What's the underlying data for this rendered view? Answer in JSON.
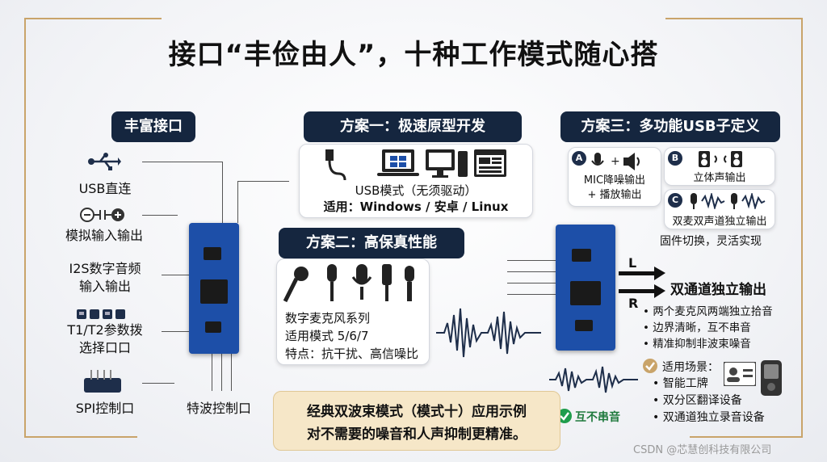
{
  "title": "接口“丰俭由人”，十种工作模式随心搭",
  "interfaces": {
    "header": "丰富接口",
    "items": [
      {
        "icon": "usb-icon",
        "label": "USB直连"
      },
      {
        "icon": "analog-io-icon",
        "label": "模拟输入输出"
      },
      {
        "icon": "i2s-icon",
        "label": "I2S数字音频\n输入输出"
      },
      {
        "icon": "dip-switch-icon",
        "label": "T1/T2参数拨\n选择口口"
      },
      {
        "icon": "spi-connector-icon",
        "label": "SPI控制口"
      }
    ],
    "bottom_label": "特波控制口"
  },
  "plan1": {
    "header": "方案一：极速原型开发",
    "line1": "USB模式（无须驱动）",
    "line2": "适用：Windows / 安卓 / Linux"
  },
  "plan2": {
    "header": "方案二：高保真性能",
    "line1": "数字麦克风系列",
    "line2": "适用模式 5/6/7",
    "line3": "特点：抗干扰、高信噪比"
  },
  "plan3": {
    "header": "方案三：多功能USB子定义",
    "a_badge": "A",
    "a_text": "MIC降噪输出\n+ 播放输出",
    "b_badge": "B",
    "b_text": "立体声输出",
    "c_badge": "C",
    "c_text": "双麦双声道独立输出",
    "footer": "固件切换，灵活实现"
  },
  "output": {
    "left_label": "L",
    "right_label": "R",
    "title": "双通道独立输出",
    "bullets": [
      "• 两个麦克风两端独立拾音",
      "• 边界清晰，互不串音",
      "• 精准抑制非波束噪音"
    ],
    "scene_title": "适用场景：",
    "scenes": [
      "• 智能工牌",
      "• 双分区翻译设备",
      "• 双通道独立录音设备"
    ],
    "no_crosstalk": "互不串音"
  },
  "example": {
    "line1": "经典双波束模式（模式十）应用示例",
    "line2": "对不需要的噪音和人声抑制更精准。"
  },
  "watermark": "CSDN @芯慧创科技有限公司",
  "colors": {
    "navy": "#15263f",
    "board": "#1d4fa8",
    "gold": "#c9a46a",
    "example_bg": "#f6e7c8"
  }
}
